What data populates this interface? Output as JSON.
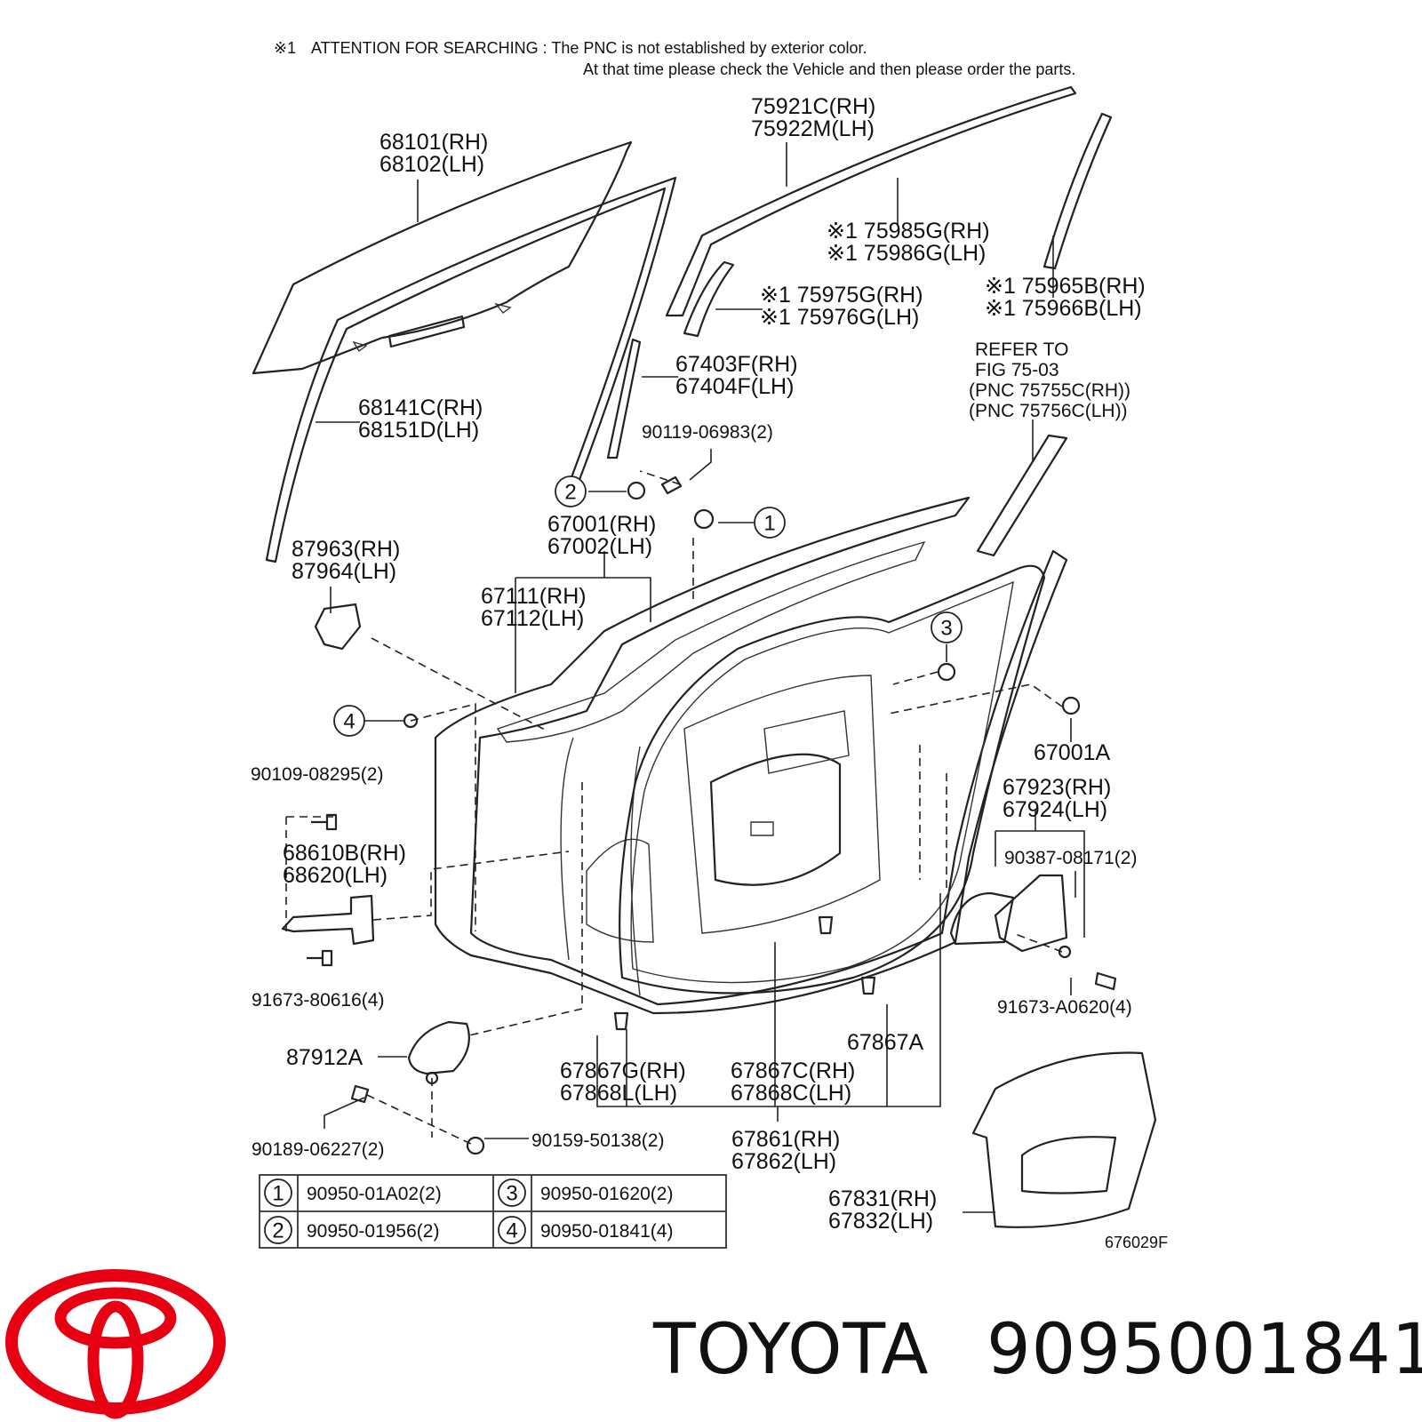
{
  "header": {
    "note_marker": "※1",
    "note_line1": "ATTENTION FOR SEARCHING : The PNC is not established by exterior color.",
    "note_line2": "At that time please check the Vehicle and then please order the parts."
  },
  "callouts": [
    {
      "id": "p68101",
      "lines": [
        "68101(RH)",
        "68102(LH)"
      ]
    },
    {
      "id": "p75921",
      "lines": [
        "75921C(RH)",
        "75922M(LH)"
      ]
    },
    {
      "id": "p75985",
      "lines": [
        "※1 75985G(RH)",
        "※1 75986G(LH)"
      ]
    },
    {
      "id": "p75975",
      "lines": [
        "※1 75975G(RH)",
        "※1 75976G(LH)"
      ]
    },
    {
      "id": "p75965",
      "lines": [
        "※1 75965B(RH)",
        "※1 75966B(LH)"
      ]
    },
    {
      "id": "p67403",
      "lines": [
        "67403F(RH)",
        "67404F(LH)"
      ]
    },
    {
      "id": "prefer",
      "lines": [
        "REFER TO",
        "FIG 75-03",
        "(PNC 75755C(RH))",
        "(PNC 75756C(LH))"
      ]
    },
    {
      "id": "p68141",
      "lines": [
        "68141C(RH)",
        "68151D(LH)"
      ]
    },
    {
      "id": "p90119",
      "lines": [
        "90119-06983(2)"
      ]
    },
    {
      "id": "p67001",
      "lines": [
        "67001(RH)",
        "67002(LH)"
      ]
    },
    {
      "id": "p87963",
      "lines": [
        "87963(RH)",
        "87964(LH)"
      ]
    },
    {
      "id": "p67111",
      "lines": [
        "67111(RH)",
        "67112(LH)"
      ]
    },
    {
      "id": "p67001a",
      "lines": [
        "67001A"
      ]
    },
    {
      "id": "p90109",
      "lines": [
        "90109-08295(2)"
      ]
    },
    {
      "id": "p67923",
      "lines": [
        "67923(RH)",
        "67924(LH)"
      ]
    },
    {
      "id": "p68610",
      "lines": [
        "68610B(RH)",
        "68620(LH)"
      ]
    },
    {
      "id": "p90387",
      "lines": [
        "90387-08171(2)"
      ]
    },
    {
      "id": "p91673a",
      "lines": [
        "91673-80616(4)"
      ]
    },
    {
      "id": "p91673b",
      "lines": [
        "91673-A0620(4)"
      ]
    },
    {
      "id": "p67867a",
      "lines": [
        "67867A"
      ]
    },
    {
      "id": "p87912",
      "lines": [
        "87912A"
      ]
    },
    {
      "id": "p67867g",
      "lines": [
        "67867G(RH)",
        "67868L(LH)"
      ]
    },
    {
      "id": "p67867c",
      "lines": [
        "67867C(RH)",
        "67868C(LH)"
      ]
    },
    {
      "id": "p90189",
      "lines": [
        "90189-06227(2)"
      ]
    },
    {
      "id": "p90159",
      "lines": [
        "90159-50138(2)"
      ]
    },
    {
      "id": "p67861",
      "lines": [
        "67861(RH)",
        "67862(LH)"
      ]
    },
    {
      "id": "p67831",
      "lines": [
        "67831(RH)",
        "67832(LH)"
      ]
    }
  ],
  "circled_refs": [
    "1",
    "2",
    "3",
    "4"
  ],
  "legend_table": [
    {
      "num": "1",
      "part": "90950-01A02(2)"
    },
    {
      "num": "3",
      "part": "90950-01620(2)"
    },
    {
      "num": "2",
      "part": "90950-01956(2)"
    },
    {
      "num": "4",
      "part": "90950-01841(4)"
    }
  ],
  "figure_code": "676029F",
  "brand": {
    "name": "TOYOTA",
    "part_number": "9095001841",
    "logo_color": "#e60012"
  }
}
